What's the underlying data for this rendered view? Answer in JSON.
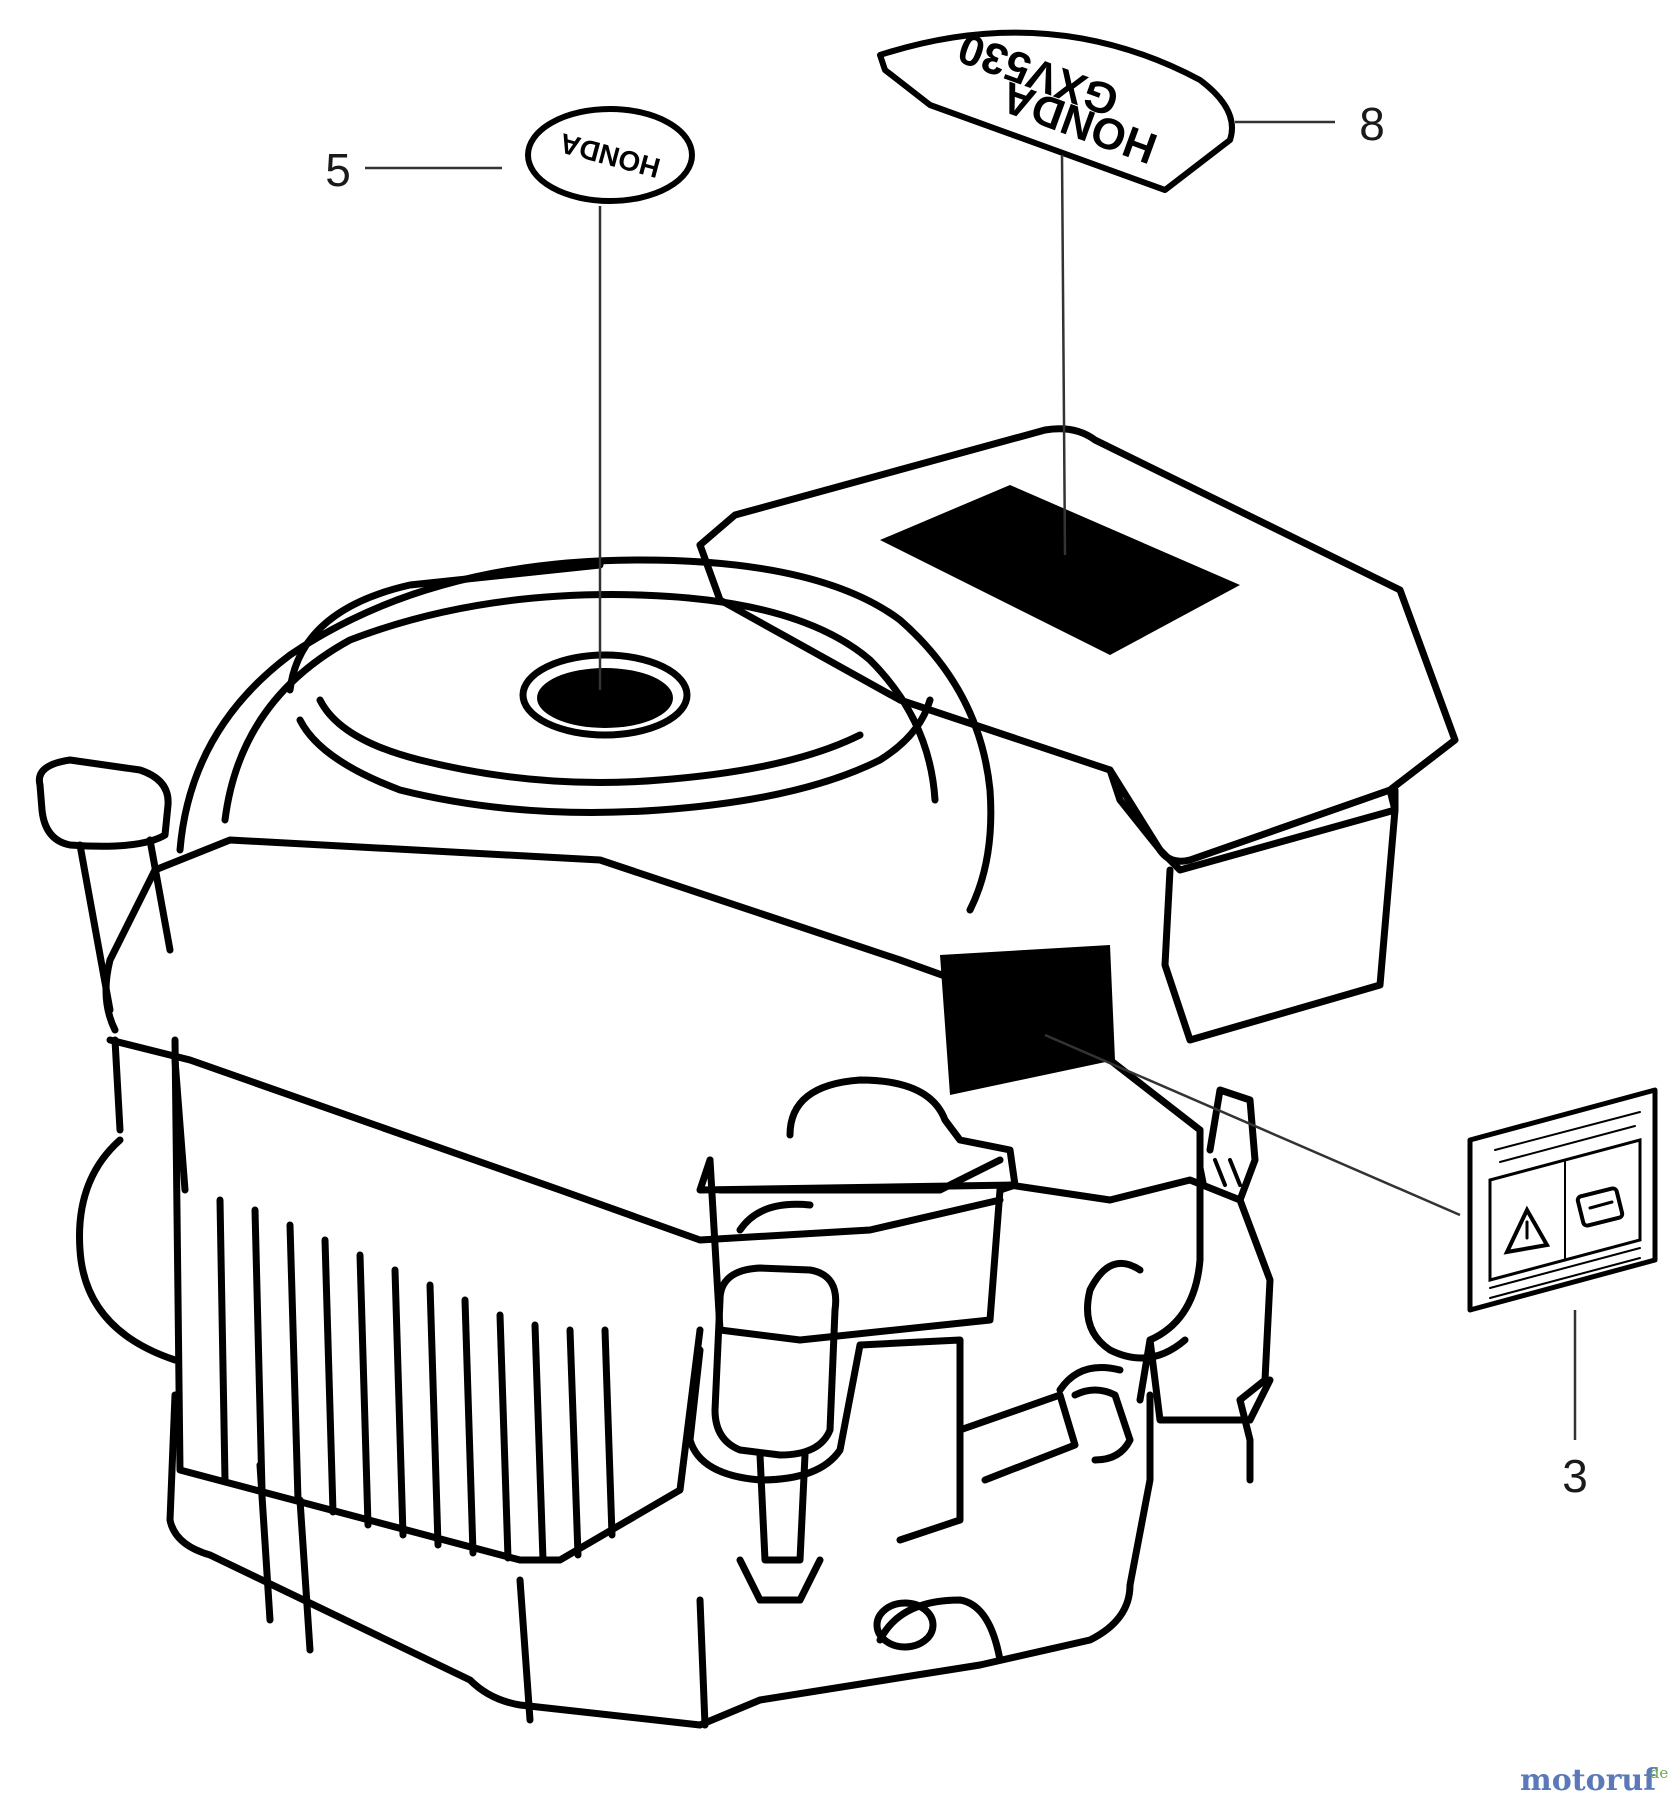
{
  "callouts": [
    {
      "id": "5",
      "label": "5"
    },
    {
      "id": "8",
      "label": "8"
    },
    {
      "id": "3",
      "label": "3"
    }
  ],
  "decals": {
    "emblem": "HONDA",
    "model_line1": "HONDA",
    "model_line2": "GXV530"
  },
  "watermark": {
    "name": "motoruf",
    "suffix": ".de",
    "colors": [
      "#5b78b8",
      "#e0a12a",
      "#d94a3a",
      "#6aa64a"
    ]
  }
}
